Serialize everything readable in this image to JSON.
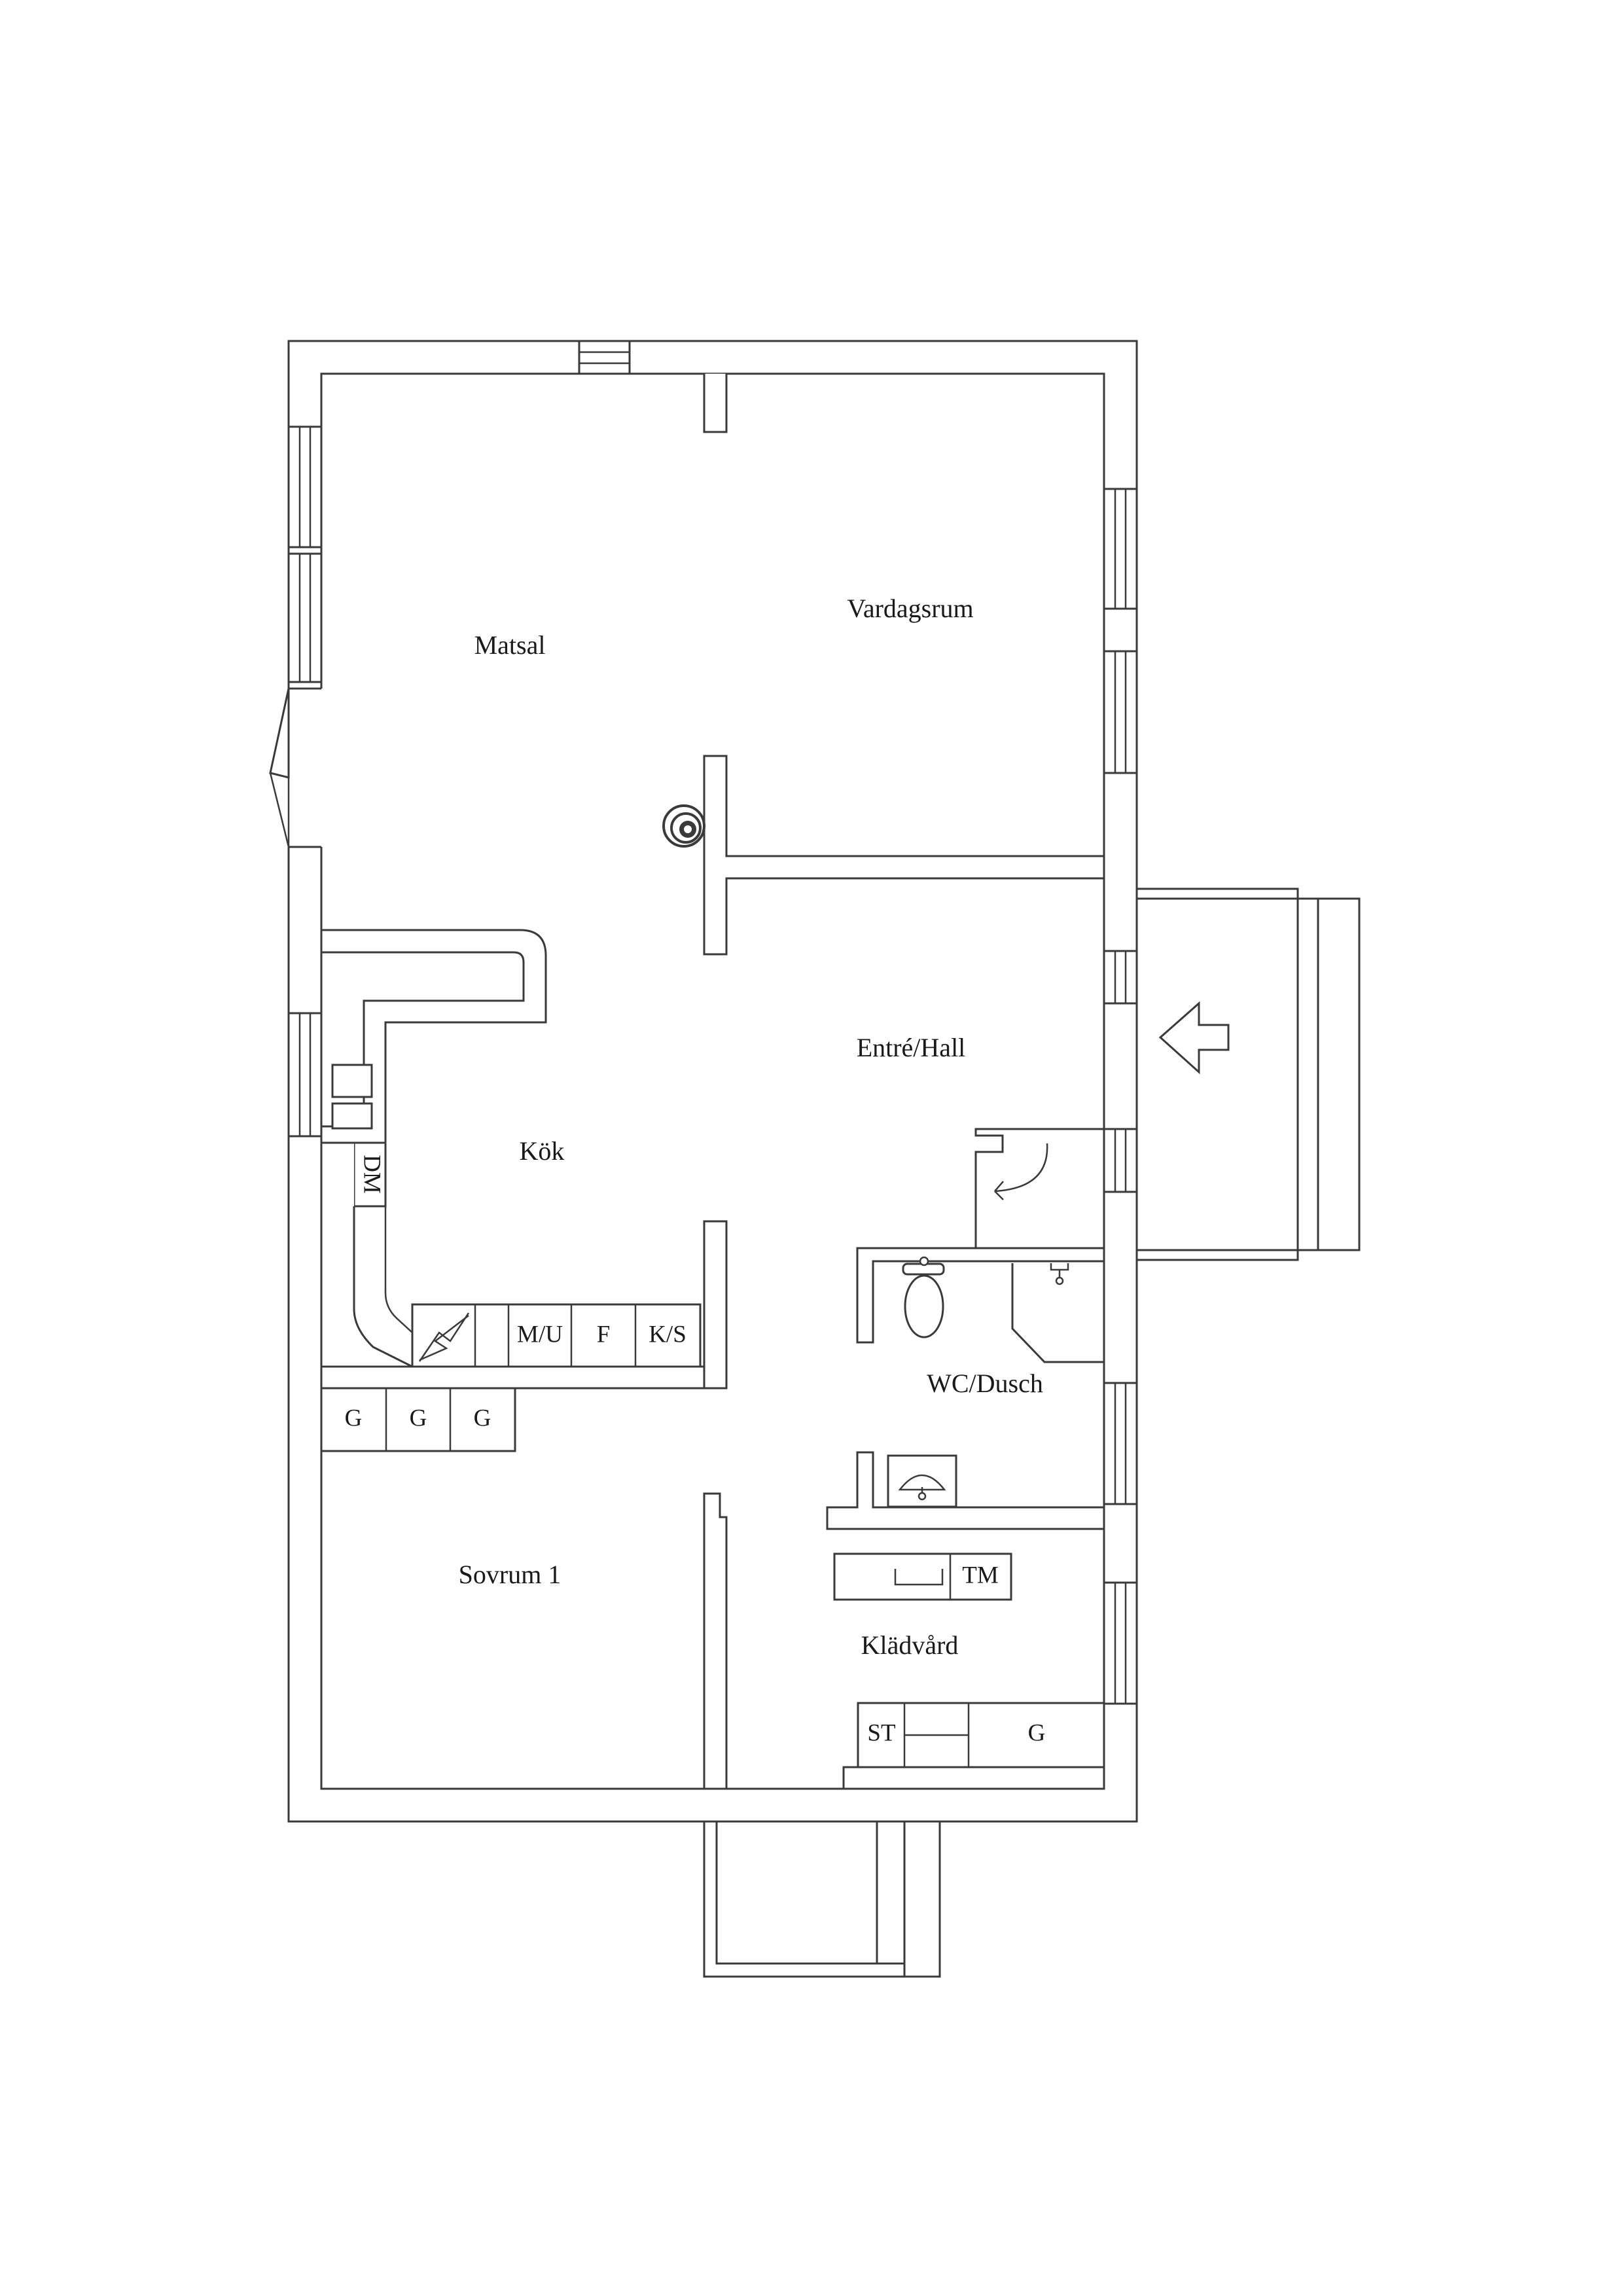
{
  "rooms": {
    "matsal": "Matsal",
    "vardagsrum": "Vardagsrum",
    "entre_hall": "Entré/Hall",
    "kok": "Kök",
    "wc_dusch": "WC/Dusch",
    "sovrum_1": "Sovrum 1",
    "kladvard": "Klädvård"
  },
  "fixtures": {
    "dishwasher": "DM",
    "micro_oven": "M/U",
    "fridge": "F",
    "fridge_freezer": "K/S",
    "wardrobe_1": "G",
    "wardrobe_2": "G",
    "wardrobe_3": "G",
    "tumble_dryer": "TM",
    "drying_cabinet": "ST",
    "wardrobe_laundry": "G"
  },
  "icons": {
    "entrance_arrow": "arrow-left-icon",
    "fireplace": "fireplace-icon",
    "toilet": "toilet-icon",
    "sink": "sink-icon",
    "shower": "shower-icon",
    "stove": "stove-icon",
    "door_swing": "door-swing-icon"
  },
  "colors": {
    "line": "#3a3a3a",
    "background": "#ffffff"
  }
}
